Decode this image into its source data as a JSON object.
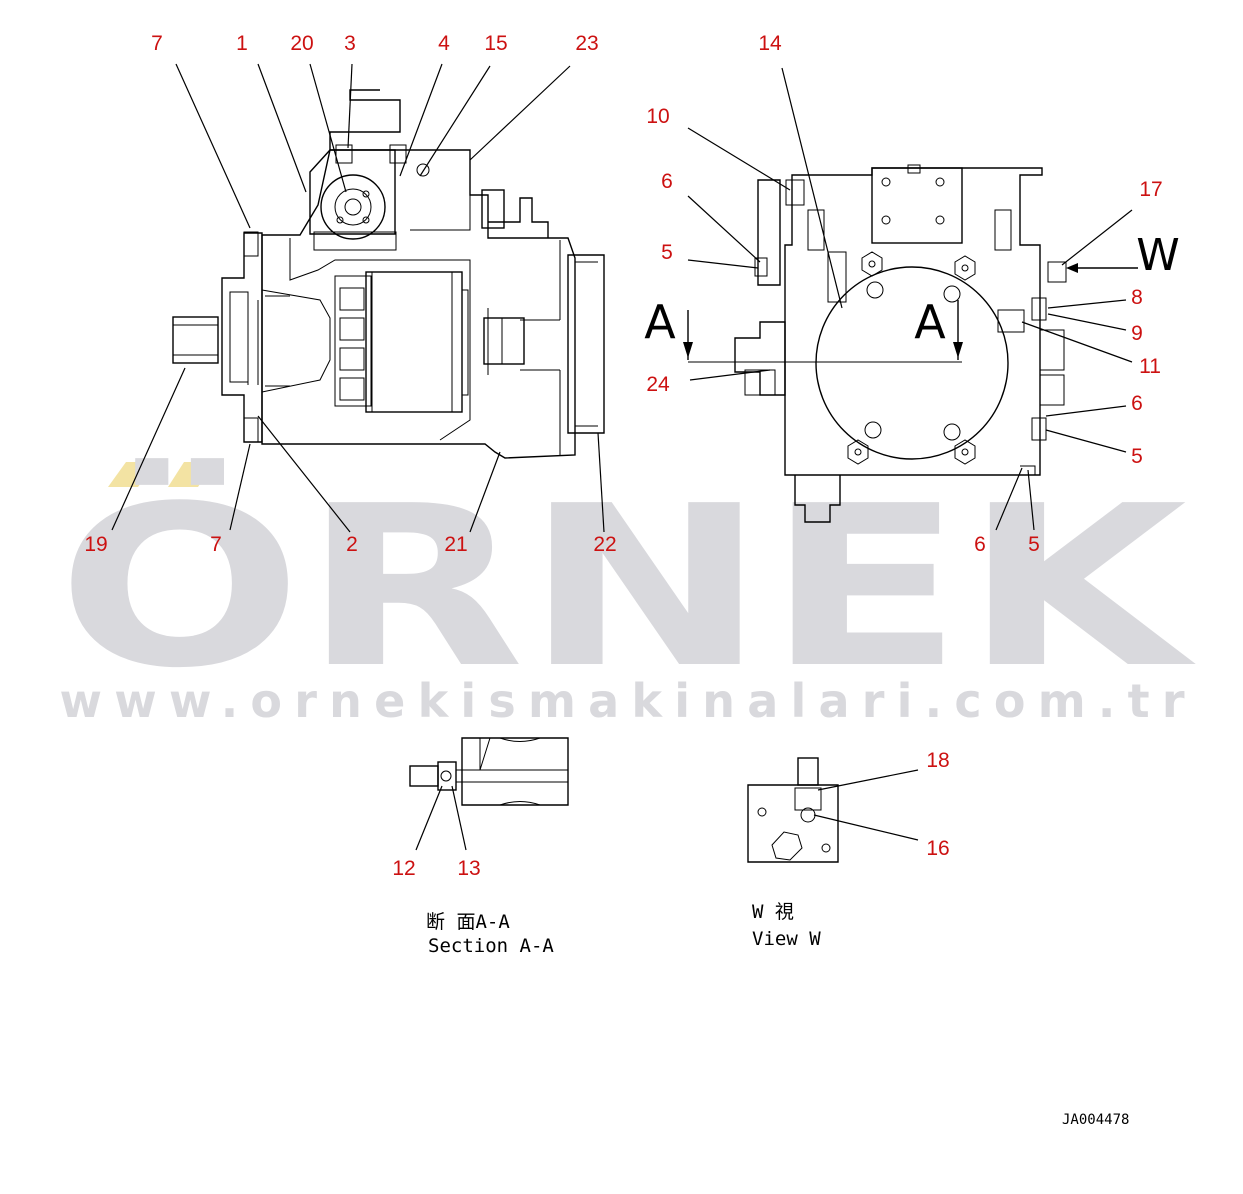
{
  "watermark": {
    "brand": "ÖRNEK",
    "url": "www.ornekismakinalari.com.tr",
    "accent_color": "#f3e3a3",
    "text_color": "#d9d9dd"
  },
  "callout_color": "#cc1111",
  "callouts": {
    "c1": "1",
    "c2": "2",
    "c3": "3",
    "c4": "4",
    "c5a": "5",
    "c5b": "5",
    "c5c": "5",
    "c6a": "6",
    "c6b": "6",
    "c6c": "6",
    "c7a": "7",
    "c7b": "7",
    "c8": "8",
    "c9": "9",
    "c10": "10",
    "c11": "11",
    "c12": "12",
    "c13": "13",
    "c14": "14",
    "c15": "15",
    "c16": "16",
    "c17": "17",
    "c18": "18",
    "c19": "19",
    "c20": "20",
    "c21": "21",
    "c22": "22",
    "c23": "23",
    "c24": "24"
  },
  "section_marks": {
    "left": "A",
    "right": "A",
    "view_arrow": "W"
  },
  "captions": {
    "section_jp": "断 面A-A",
    "section_en": "Section A-A",
    "view_jp": "W 視",
    "view_en": "View W"
  },
  "drawing_code": "JA004478"
}
